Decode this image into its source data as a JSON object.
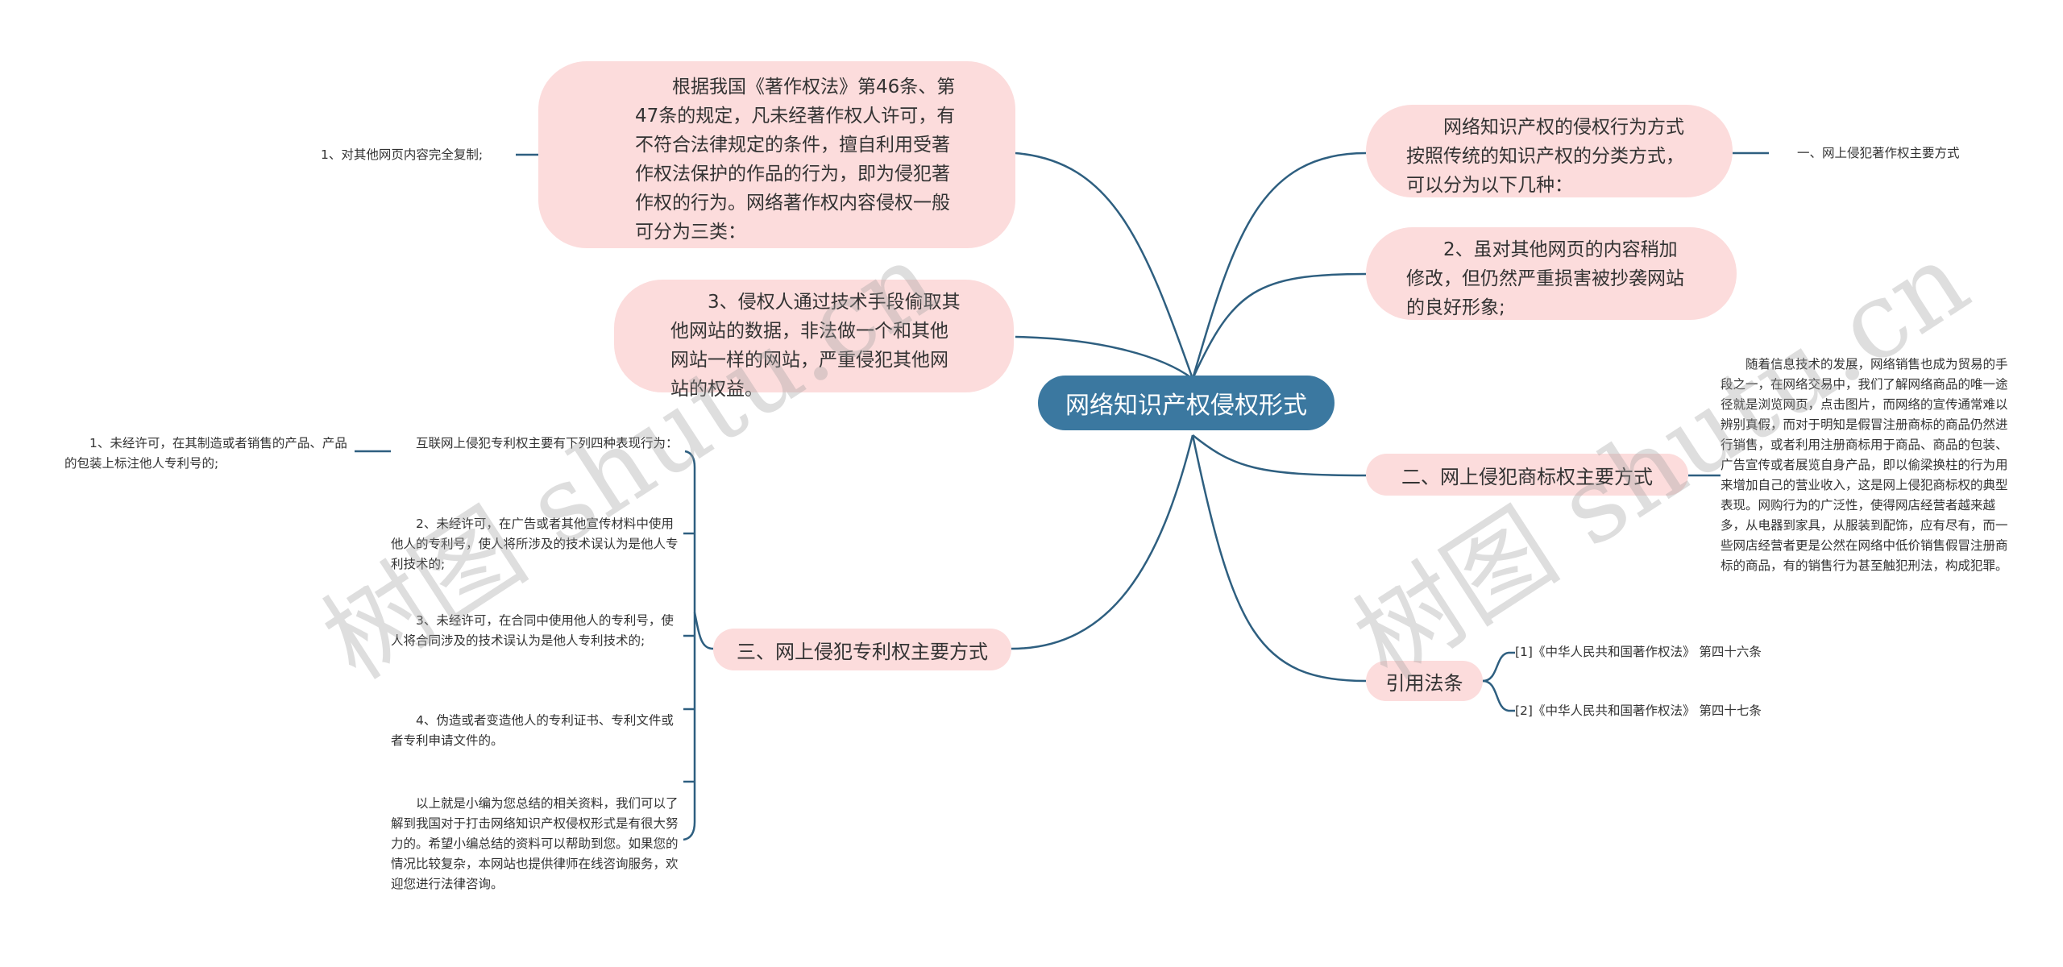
{
  "root": {
    "title": "网络知识产权侵权形式"
  },
  "left": {
    "copyright": {
      "text": "　　根据我国《著作权法》第46条、第47条的规定，凡未经著作权人许可，有不符合法律规定的条件，擅自利用受著作权法保护的作品的行为，即为侵犯著作权的行为。网络著作权内容侵权一般可分为三类：",
      "leaf": "1、对其他网页内容完全复制;"
    },
    "tech": {
      "text": "　　3、侵权人通过技术手段偷取其他网站的数据，非法做一个和其他网站一样的网站，严重侵犯其他网站的权益。"
    },
    "patent": {
      "label": "三、网上侵犯专利权主要方式",
      "items": [
        "　　互联网上侵犯专利权主要有下列四种表现行为：",
        "　　2、未经许可，在广告或者其他宣传材料中使用他人的专利号，使人将所涉及的技术误认为是他人专利技术的;",
        "　　3、未经许可，在合同中使用他人的专利号，使人将合同涉及的技术误认为是他人专利技术的;",
        "　　4、伪造或者变造他人的专利证书、专利文件或者专利申请文件的。",
        "　　以上就是小编为您总结的相关资料，我们可以了解到我国对于打击网络知识产权侵权形式是有很大努力的。希望小编总结的资料可以帮助到您。如果您的情况比较复杂，本网站也提供律师在线咨询服务，欢迎您进行法律咨询。"
      ],
      "sub": "　　1、未经许可，在其制造或者销售的产品、产品的包装上标注他人专利号的;"
    }
  },
  "right": {
    "methods": {
      "text": "　　网络知识产权的侵权行为方式按照传统的知识产权的分类方式，可以分为以下几种：",
      "leaf": "一、网上侵犯著作权主要方式"
    },
    "modify": {
      "text": "　　2、虽对其他网页的内容稍加修改，但仍然严重损害被抄袭网站的良好形象;"
    },
    "trademark": {
      "label": "二、网上侵犯商标权主要方式",
      "desc": "　　随着信息技术的发展，网络销售也成为贸易的手段之一，在网络交易中，我们了解网络商品的唯一途径就是浏览网页，点击图片，而网络的宣传通常难以辨别真假，而对于明知是假冒注册商标的商品仍然进行销售，或者利用注册商标用于商品、商品的包装、广告宣传或者展览自身产品，即以偷梁换柱的行为用来增加自己的营业收入，这是网上侵犯商标权的典型表现。网购行为的广泛性，使得网店经营者越来越多，从电器到家具，从服装到配饰，应有尽有，而一些网店经营者更是公然在网络中低价销售假冒注册商标的商品，有的销售行为甚至触犯刑法，构成犯罪。"
    },
    "citations": {
      "label": "引用法条",
      "items": [
        "[1]《中华人民共和国著作权法》 第四十六条",
        "[2]《中华人民共和国著作权法》 第四十七条"
      ]
    }
  },
  "watermark": {
    "text": "树图 shutu.cn"
  },
  "colors": {
    "root": "#3b78a0",
    "node": "#fcdcdc",
    "line": "#2e5f80"
  }
}
